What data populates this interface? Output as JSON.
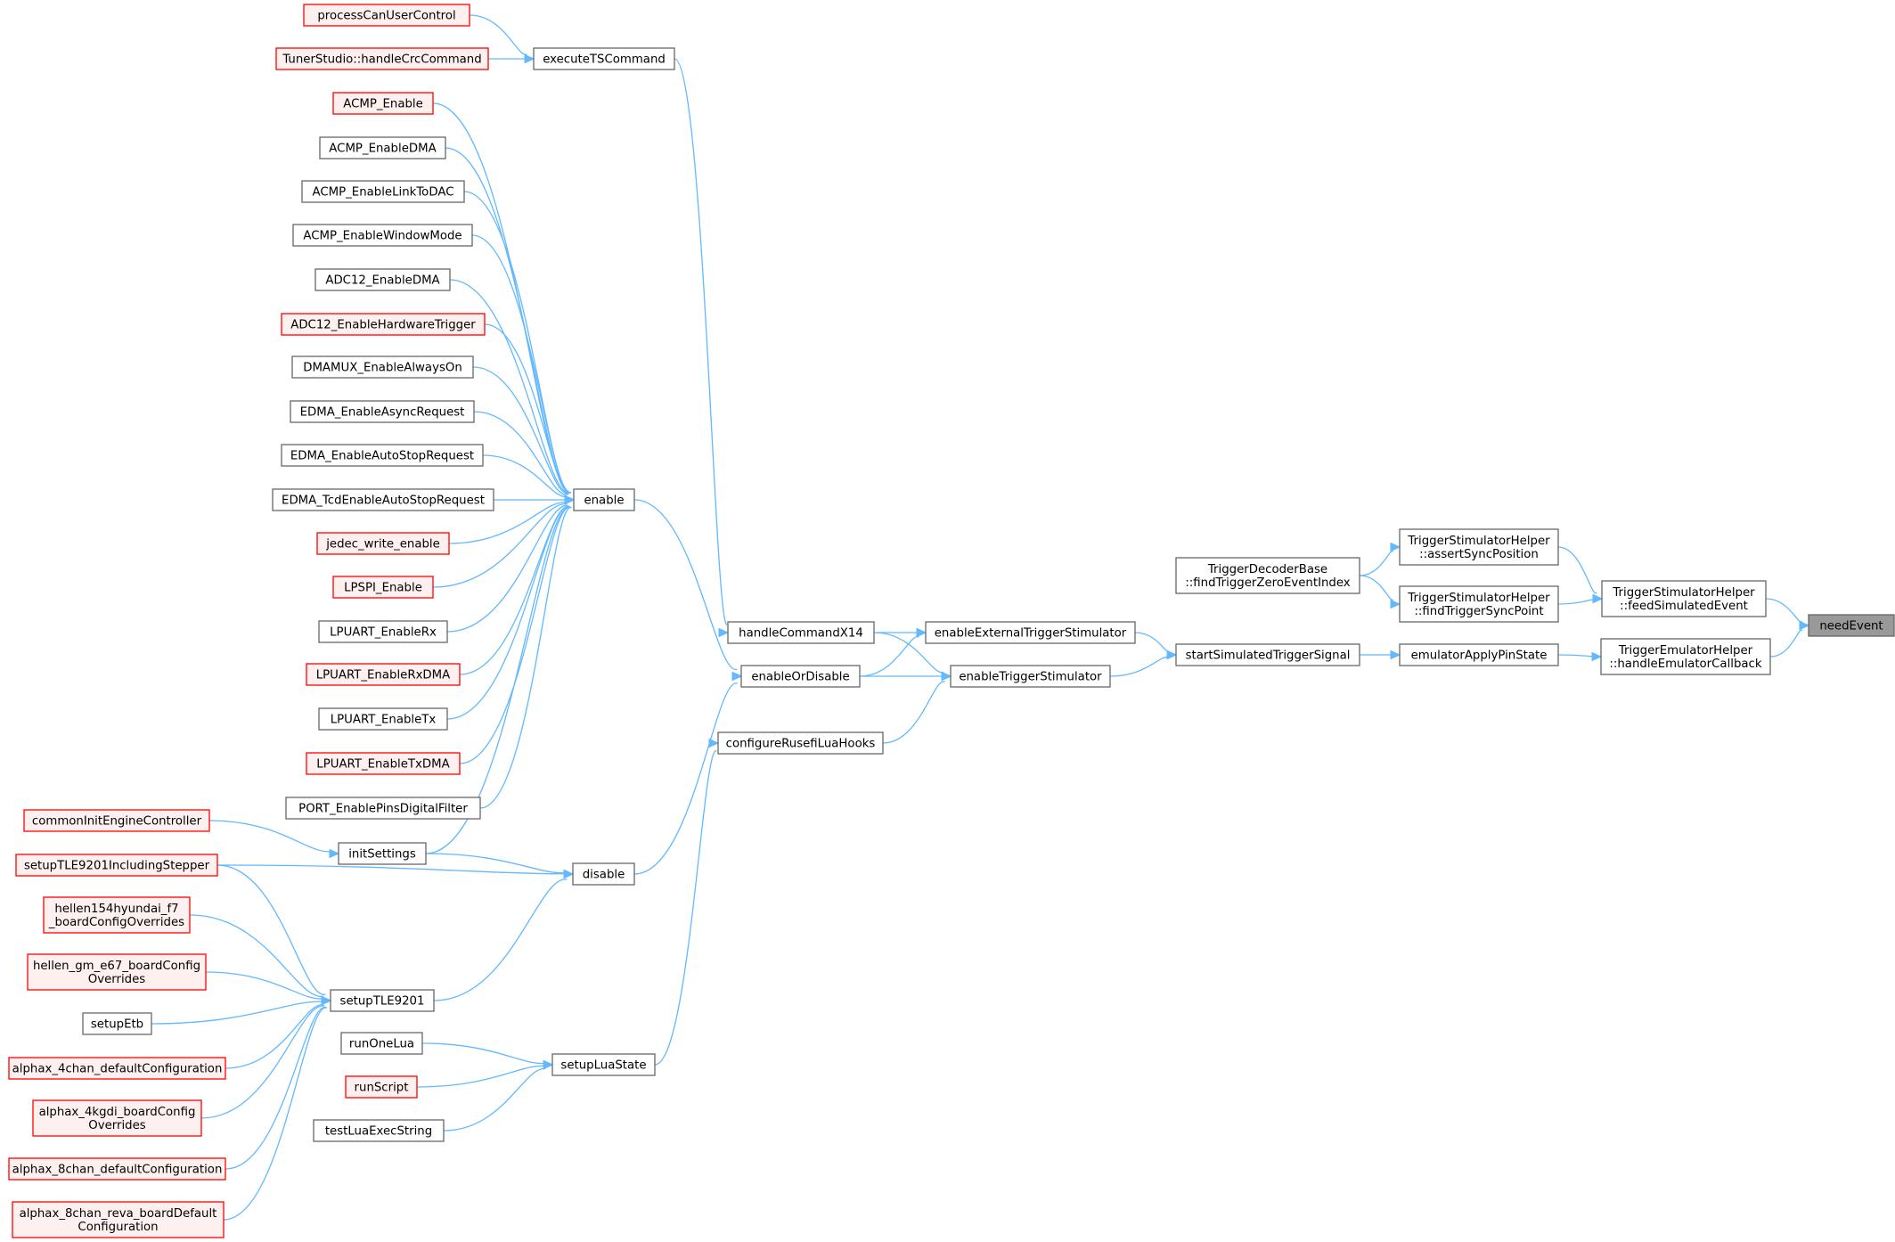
{
  "colors": {
    "edge": "#63b8ff",
    "normal_fill": "#ffffff",
    "normal_stroke": "#666666",
    "truncated_fill": "#fff0f0",
    "truncated_stroke": "#ff0000",
    "root_fill": "#999999",
    "root_stroke": "#666666"
  },
  "nodes": [
    {
      "id": "needEvent",
      "lines": [
        "needEvent"
      ],
      "style": "root"
    },
    {
      "id": "feedSimulatedEvent",
      "lines": [
        "TriggerStimulatorHelper",
        "::feedSimulatedEvent"
      ],
      "style": "normal"
    },
    {
      "id": "handleEmulatorCallback",
      "lines": [
        "TriggerEmulatorHelper",
        "::handleEmulatorCallback"
      ],
      "style": "normal"
    },
    {
      "id": "assertSyncPosition",
      "lines": [
        "TriggerStimulatorHelper",
        "::assertSyncPosition"
      ],
      "style": "normal"
    },
    {
      "id": "findTriggerSyncPoint",
      "lines": [
        "TriggerStimulatorHelper",
        "::findTriggerSyncPoint"
      ],
      "style": "normal"
    },
    {
      "id": "emulatorApplyPinState",
      "lines": [
        "emulatorApplyPinState"
      ],
      "style": "normal"
    },
    {
      "id": "findTriggerZeroEventIndex",
      "lines": [
        "TriggerDecoderBase",
        "::findTriggerZeroEventIndex"
      ],
      "style": "normal"
    },
    {
      "id": "startSimulatedTriggerSignal",
      "lines": [
        "startSimulatedTriggerSignal"
      ],
      "style": "normal"
    },
    {
      "id": "enableExternalTriggerStimulator",
      "lines": [
        "enableExternalTriggerStimulator"
      ],
      "style": "normal"
    },
    {
      "id": "enableTriggerStimulator",
      "lines": [
        "enableTriggerStimulator"
      ],
      "style": "normal"
    },
    {
      "id": "handleCommandX14",
      "lines": [
        "handleCommandX14"
      ],
      "style": "normal"
    },
    {
      "id": "enableOrDisable",
      "lines": [
        "enableOrDisable"
      ],
      "style": "normal"
    },
    {
      "id": "configureRusefiLuaHooks",
      "lines": [
        "configureRusefiLuaHooks"
      ],
      "style": "normal"
    },
    {
      "id": "executeTSCommand",
      "lines": [
        "executeTSCommand"
      ],
      "style": "normal"
    },
    {
      "id": "processCanUserControl",
      "lines": [
        "processCanUserControl"
      ],
      "style": "truncated"
    },
    {
      "id": "handleCrcCommand",
      "lines": [
        "TunerStudio::handleCrcCommand"
      ],
      "style": "truncated"
    },
    {
      "id": "enable",
      "lines": [
        "enable"
      ],
      "style": "normal"
    },
    {
      "id": "disable",
      "lines": [
        "disable"
      ],
      "style": "normal"
    },
    {
      "id": "setupLuaState",
      "lines": [
        "setupLuaState"
      ],
      "style": "normal"
    },
    {
      "id": "ACMP_Enable",
      "lines": [
        "ACMP_Enable"
      ],
      "style": "truncated"
    },
    {
      "id": "ACMP_EnableDMA",
      "lines": [
        "ACMP_EnableDMA"
      ],
      "style": "normal"
    },
    {
      "id": "ACMP_EnableLinkToDAC",
      "lines": [
        "ACMP_EnableLinkToDAC"
      ],
      "style": "normal"
    },
    {
      "id": "ACMP_EnableWindowMode",
      "lines": [
        "ACMP_EnableWindowMode"
      ],
      "style": "normal"
    },
    {
      "id": "ADC12_EnableDMA",
      "lines": [
        "ADC12_EnableDMA"
      ],
      "style": "normal"
    },
    {
      "id": "ADC12_EnableHardwareTrigger",
      "lines": [
        "ADC12_EnableHardwareTrigger"
      ],
      "style": "truncated"
    },
    {
      "id": "DMAMUX_EnableAlwaysOn",
      "lines": [
        "DMAMUX_EnableAlwaysOn"
      ],
      "style": "normal"
    },
    {
      "id": "EDMA_EnableAsyncRequest",
      "lines": [
        "EDMA_EnableAsyncRequest"
      ],
      "style": "normal"
    },
    {
      "id": "EDMA_EnableAutoStopRequest",
      "lines": [
        "EDMA_EnableAutoStopRequest"
      ],
      "style": "normal"
    },
    {
      "id": "EDMA_TcdEnableAutoStopRequest",
      "lines": [
        "EDMA_TcdEnableAutoStopRequest"
      ],
      "style": "normal"
    },
    {
      "id": "jedec_write_enable",
      "lines": [
        "jedec_write_enable"
      ],
      "style": "truncated"
    },
    {
      "id": "LPSPI_Enable",
      "lines": [
        "LPSPI_Enable"
      ],
      "style": "truncated"
    },
    {
      "id": "LPUART_EnableRx",
      "lines": [
        "LPUART_EnableRx"
      ],
      "style": "normal"
    },
    {
      "id": "LPUART_EnableRxDMA",
      "lines": [
        "LPUART_EnableRxDMA"
      ],
      "style": "truncated"
    },
    {
      "id": "LPUART_EnableTx",
      "lines": [
        "LPUART_EnableTx"
      ],
      "style": "normal"
    },
    {
      "id": "LPUART_EnableTxDMA",
      "lines": [
        "LPUART_EnableTxDMA"
      ],
      "style": "truncated"
    },
    {
      "id": "PORT_EnablePinsDigitalFilter",
      "lines": [
        "PORT_EnablePinsDigitalFilter"
      ],
      "style": "normal"
    },
    {
      "id": "initSettings",
      "lines": [
        "initSettings"
      ],
      "style": "normal"
    },
    {
      "id": "commonInitEngineController",
      "lines": [
        "commonInitEngineController"
      ],
      "style": "truncated"
    },
    {
      "id": "setupTLE9201IncludingStepper",
      "lines": [
        "setupTLE9201IncludingStepper"
      ],
      "style": "truncated"
    },
    {
      "id": "setupTLE9201",
      "lines": [
        "setupTLE9201"
      ],
      "style": "normal"
    },
    {
      "id": "hellen154",
      "lines": [
        "hellen154hyundai_f7",
        "_boardConfigOverrides"
      ],
      "style": "truncated"
    },
    {
      "id": "hellen_gm_e67",
      "lines": [
        "hellen_gm_e67_boardConfig",
        "Overrides"
      ],
      "style": "truncated"
    },
    {
      "id": "setupEtb",
      "lines": [
        "setupEtb"
      ],
      "style": "normal"
    },
    {
      "id": "alphax_4chan",
      "lines": [
        "alphax_4chan_defaultConfiguration"
      ],
      "style": "truncated"
    },
    {
      "id": "alphax_4kgdi",
      "lines": [
        "alphax_4kgdi_boardConfig",
        "Overrides"
      ],
      "style": "truncated"
    },
    {
      "id": "alphax_8chan",
      "lines": [
        "alphax_8chan_defaultConfiguration"
      ],
      "style": "truncated"
    },
    {
      "id": "alphax_8chan_reva",
      "lines": [
        "alphax_8chan_reva_boardDefault",
        "Configuration"
      ],
      "style": "truncated"
    },
    {
      "id": "runOneLua",
      "lines": [
        "runOneLua"
      ],
      "style": "normal"
    },
    {
      "id": "runScript",
      "lines": [
        "runScript"
      ],
      "style": "truncated"
    },
    {
      "id": "testLuaExecString",
      "lines": [
        "testLuaExecString"
      ],
      "style": "normal"
    }
  ],
  "edges": [
    {
      "from": "feedSimulatedEvent",
      "to": "needEvent"
    },
    {
      "from": "handleEmulatorCallback",
      "to": "needEvent"
    },
    {
      "from": "assertSyncPosition",
      "to": "feedSimulatedEvent"
    },
    {
      "from": "findTriggerSyncPoint",
      "to": "feedSimulatedEvent"
    },
    {
      "from": "emulatorApplyPinState",
      "to": "handleEmulatorCallback"
    },
    {
      "from": "findTriggerZeroEventIndex",
      "to": "assertSyncPosition"
    },
    {
      "from": "findTriggerZeroEventIndex",
      "to": "findTriggerSyncPoint"
    },
    {
      "from": "startSimulatedTriggerSignal",
      "to": "emulatorApplyPinState"
    },
    {
      "from": "enableExternalTriggerStimulator",
      "to": "startSimulatedTriggerSignal"
    },
    {
      "from": "enableTriggerStimulator",
      "to": "startSimulatedTriggerSignal"
    },
    {
      "from": "handleCommandX14",
      "to": "enableExternalTriggerStimulator"
    },
    {
      "from": "handleCommandX14",
      "to": "enableTriggerStimulator"
    },
    {
      "from": "enableOrDisable",
      "to": "enableExternalTriggerStimulator"
    },
    {
      "from": "enableOrDisable",
      "to": "enableTriggerStimulator"
    },
    {
      "from": "configureRusefiLuaHooks",
      "to": "enableTriggerStimulator"
    },
    {
      "from": "executeTSCommand",
      "to": "handleCommandX14"
    },
    {
      "from": "processCanUserControl",
      "to": "executeTSCommand"
    },
    {
      "from": "handleCrcCommand",
      "to": "executeTSCommand"
    },
    {
      "from": "enable",
      "to": "enableOrDisable"
    },
    {
      "from": "disable",
      "to": "enableOrDisable"
    },
    {
      "from": "setupLuaState",
      "to": "configureRusefiLuaHooks"
    },
    {
      "from": "ACMP_Enable",
      "to": "enable"
    },
    {
      "from": "ACMP_EnableDMA",
      "to": "enable"
    },
    {
      "from": "ACMP_EnableLinkToDAC",
      "to": "enable"
    },
    {
      "from": "ACMP_EnableWindowMode",
      "to": "enable"
    },
    {
      "from": "ADC12_EnableDMA",
      "to": "enable"
    },
    {
      "from": "ADC12_EnableHardwareTrigger",
      "to": "enable"
    },
    {
      "from": "DMAMUX_EnableAlwaysOn",
      "to": "enable"
    },
    {
      "from": "EDMA_EnableAsyncRequest",
      "to": "enable"
    },
    {
      "from": "EDMA_EnableAutoStopRequest",
      "to": "enable"
    },
    {
      "from": "EDMA_TcdEnableAutoStopRequest",
      "to": "enable"
    },
    {
      "from": "jedec_write_enable",
      "to": "enable"
    },
    {
      "from": "LPSPI_Enable",
      "to": "enable"
    },
    {
      "from": "LPUART_EnableRx",
      "to": "enable"
    },
    {
      "from": "LPUART_EnableRxDMA",
      "to": "enable"
    },
    {
      "from": "LPUART_EnableTx",
      "to": "enable"
    },
    {
      "from": "LPUART_EnableTxDMA",
      "to": "enable"
    },
    {
      "from": "PORT_EnablePinsDigitalFilter",
      "to": "enable"
    },
    {
      "from": "initSettings",
      "to": "enable"
    },
    {
      "from": "initSettings",
      "to": "disable"
    },
    {
      "from": "setupTLE9201IncludingStepper",
      "to": "disable"
    },
    {
      "from": "setupTLE9201",
      "to": "disable"
    },
    {
      "from": "commonInitEngineController",
      "to": "initSettings"
    },
    {
      "from": "setupTLE9201IncludingStepper",
      "to": "setupTLE9201"
    },
    {
      "from": "hellen154",
      "to": "setupTLE9201"
    },
    {
      "from": "hellen_gm_e67",
      "to": "setupTLE9201"
    },
    {
      "from": "setupEtb",
      "to": "setupTLE9201"
    },
    {
      "from": "alphax_4chan",
      "to": "setupTLE9201"
    },
    {
      "from": "alphax_4kgdi",
      "to": "setupTLE9201"
    },
    {
      "from": "alphax_8chan",
      "to": "setupTLE9201"
    },
    {
      "from": "alphax_8chan_reva",
      "to": "setupTLE9201"
    },
    {
      "from": "runOneLua",
      "to": "setupLuaState"
    },
    {
      "from": "runScript",
      "to": "setupLuaState"
    },
    {
      "from": "testLuaExecString",
      "to": "setupLuaState"
    }
  ]
}
